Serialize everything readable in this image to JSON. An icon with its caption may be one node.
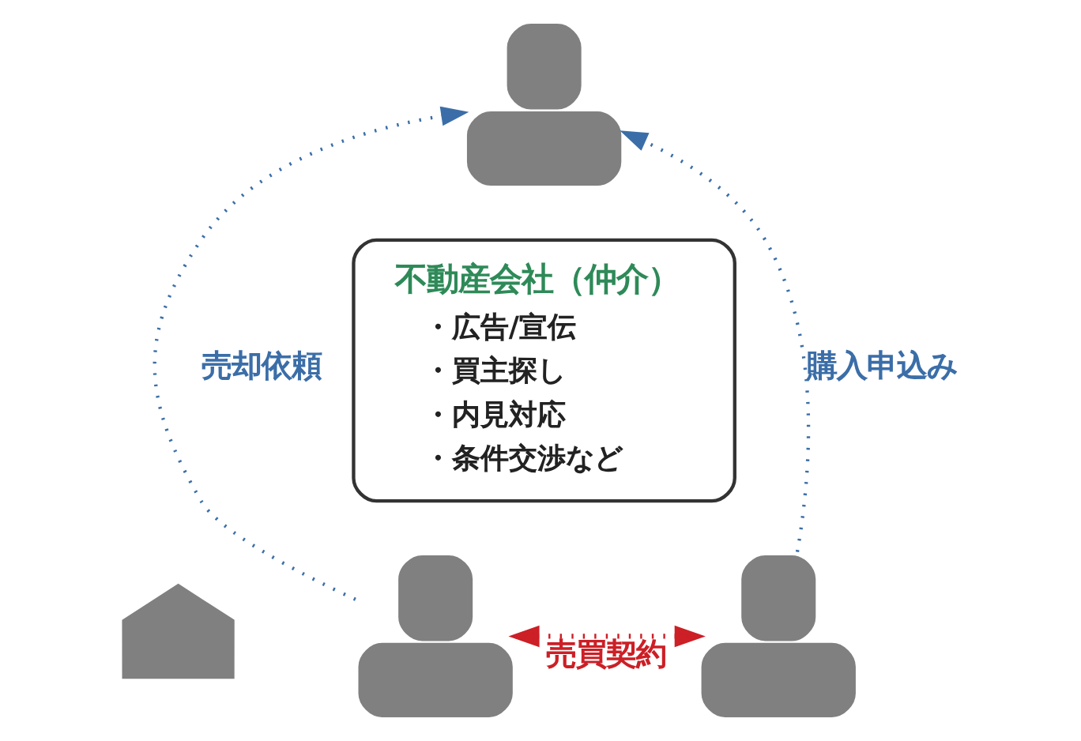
{
  "diagram": {
    "nodes": [
      {
        "text": [],
        "shape": "person"
      },
      {
        "text": [],
        "shape": "person"
      },
      {
        "text": [],
        "shape": "house"
      },
      {
        "text": [],
        "shape": "person"
      },
      {
        "text": [
          "不動産会社（仲介）",
          "・広告/宣伝",
          "・買主探し",
          "・内見対応",
          "・条件交渉など"
        ]
      }
    ],
    "edges": [
      {
        "from": 1,
        "to": 0,
        "arrow": "to",
        "label": "売却依頼",
        "style": "dashed"
      },
      {
        "from": 3,
        "to": 0,
        "arrow": "to",
        "label": "購入申込み",
        "style": "dashed"
      },
      {
        "from": 1,
        "to": 3,
        "arrow": "both",
        "label": "売買契約",
        "style": "dashed",
        "color": "#cc1f26"
      }
    ]
  }
}
